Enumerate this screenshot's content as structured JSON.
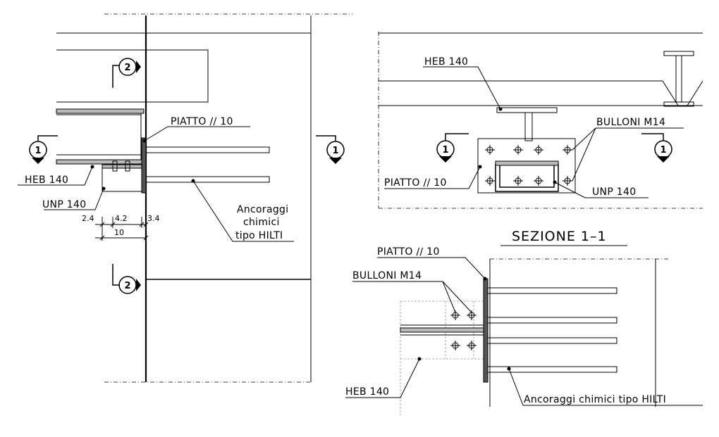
{
  "left_view": {
    "section_marks": {
      "s2": "2",
      "s1": "1"
    },
    "labels": {
      "piatto": "PIATTO ∕∕ 10",
      "heb": "HEB 140",
      "unp": "UNP 140",
      "ancoraggi_1": "Ancoraggi",
      "ancoraggi_2": "chimici",
      "ancoraggi_3": "tipo HILTI"
    },
    "dimensions": {
      "d1": "2.4",
      "d2": "4.2",
      "d3": "3.4",
      "total": "10"
    }
  },
  "top_right_view": {
    "section_marks": {
      "s1": "1"
    },
    "labels": {
      "heb": "HEB 140",
      "bulloni": "BULLONI M14",
      "piatto": "PIATTO ∕∕ 10",
      "unp": "UNP 140"
    }
  },
  "section_view": {
    "title": "SEZIONE 1–1",
    "labels": {
      "piatto": "PIATTO ∕∕ 10",
      "bulloni": "BULLONI M14",
      "heb": "HEB 140",
      "ancoraggi": "Ancoraggi chimici tipo HILTI"
    }
  }
}
